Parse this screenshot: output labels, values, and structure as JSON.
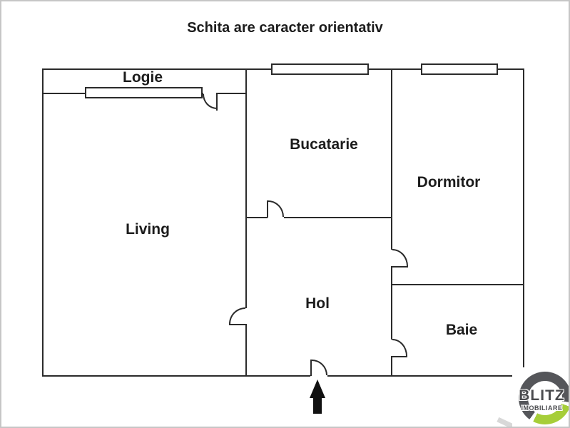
{
  "title": "Schita are caracter orientativ",
  "rooms": [
    {
      "name": "Logie"
    },
    {
      "name": "Bucatarie"
    },
    {
      "name": "Dormitor"
    },
    {
      "name": "Living"
    },
    {
      "name": "Hol"
    },
    {
      "name": "Baie"
    }
  ],
  "logo": {
    "brand": "BLITZ",
    "sub": "IMOBILIARE",
    "ring_gray": "#55565a",
    "ring_green": "#a6ce39"
  },
  "colors": {
    "wall": "#2b2b2b",
    "text": "#1c1c1c",
    "arrow": "#111111",
    "frame": "#c6c6c6"
  }
}
